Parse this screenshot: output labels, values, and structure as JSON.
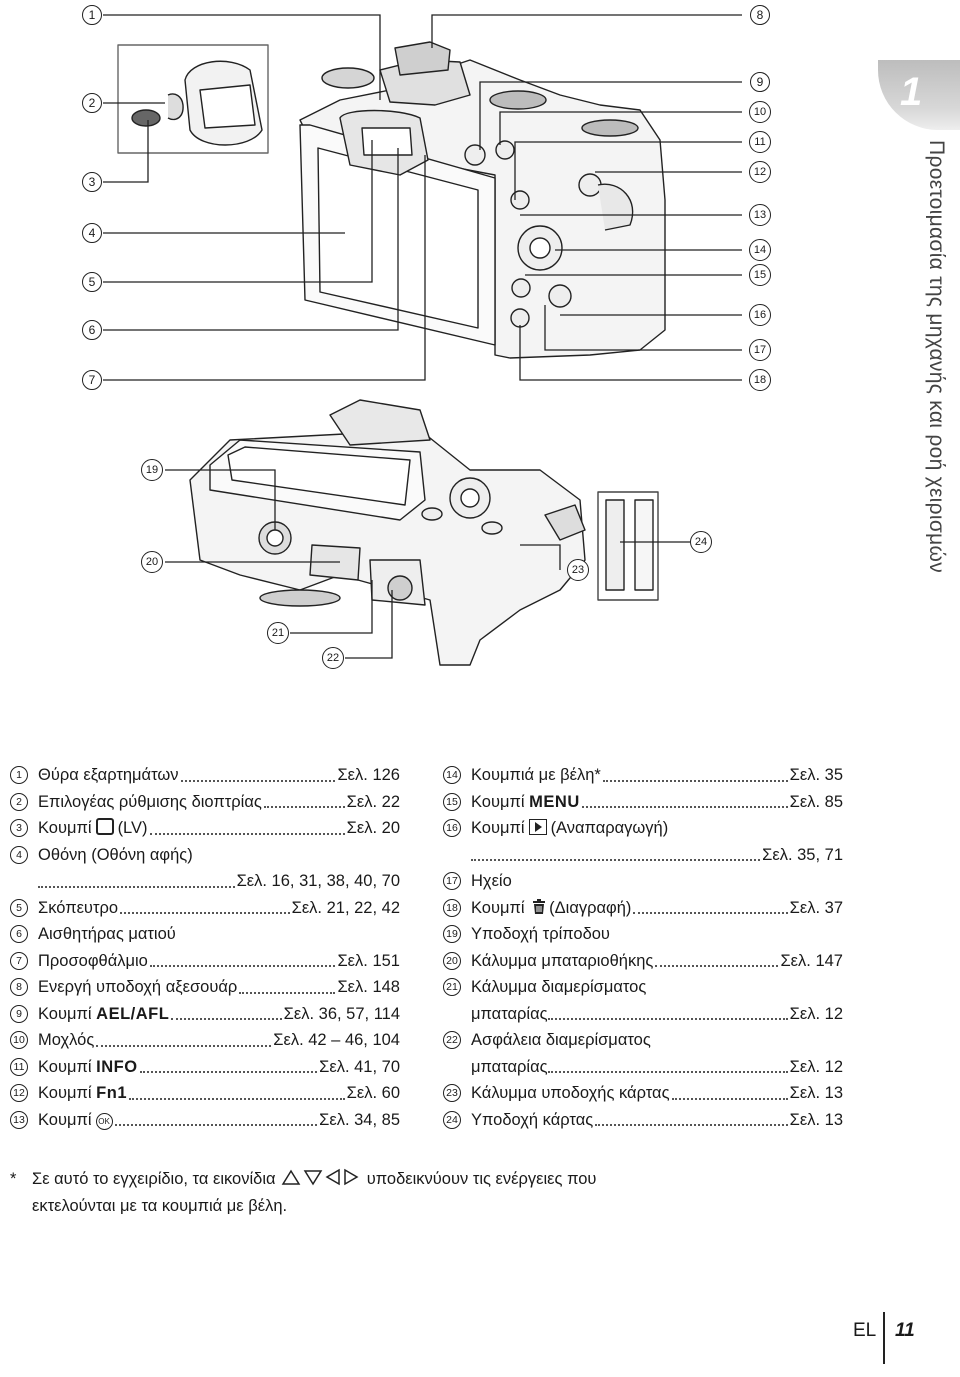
{
  "chapter": {
    "number": "1",
    "title": "Προετοιμασία της μηχανής και ροή χειρισμών"
  },
  "figure": {
    "callouts": [
      "1",
      "2",
      "3",
      "4",
      "5",
      "6",
      "7",
      "8",
      "9",
      "10",
      "11",
      "12",
      "13",
      "14",
      "15",
      "16",
      "17",
      "18",
      "19",
      "20",
      "21",
      "22",
      "23",
      "24"
    ],
    "callout_glyphs": [
      "1",
      "2",
      "3",
      "4",
      "5",
      "6",
      "7",
      "8",
      "9",
      "10",
      "11",
      "12",
      "13",
      "14",
      "15",
      "16",
      "17",
      "18",
      "19",
      "20",
      "21",
      "22",
      "23",
      "24"
    ]
  },
  "parts_left": [
    {
      "n": "1",
      "label": "Θύρα εξαρτημάτων",
      "page": "Σελ. 126"
    },
    {
      "n": "2",
      "label": "Επιλογέας ρύθμισης διοπτρίας",
      "page": "Σελ. 22"
    },
    {
      "n": "3",
      "label_pre": "Κουμπί",
      "label_post": "(LV)",
      "page": "Σελ. 20"
    },
    {
      "n": "4",
      "label": "Οθόνη (Οθόνη αφής)",
      "page": "Σελ. 16, 31, 38, 40, 70"
    },
    {
      "n": "5",
      "label": "Σκόπευτρο",
      "page": "Σελ. 21, 22, 42"
    },
    {
      "n": "6",
      "label": "Αισθητήρας ματιού"
    },
    {
      "n": "7",
      "label": "Προσοφθάλμιο",
      "page": "Σελ. 151"
    },
    {
      "n": "8",
      "label": "Ενεργή υποδοχή αξεσουάρ",
      "page": "Σελ. 148"
    },
    {
      "n": "9",
      "label_pre": "Κουμπί",
      "button": "AEL/AFL",
      "page": "Σελ. 36, 57, 114"
    },
    {
      "n": "10",
      "label": "Μοχλός",
      "page": "Σελ. 42 – 46, 104"
    },
    {
      "n": "11",
      "label_pre": "Κουμπί",
      "button": "INFO",
      "page": "Σελ. 41, 70"
    },
    {
      "n": "12",
      "label_pre": "Κουμπί",
      "button": "Fn1",
      "page": "Σελ. 60"
    },
    {
      "n": "13",
      "label_pre": "Κουμπί",
      "icon": "OK",
      "page": "Σελ. 34, 85"
    }
  ],
  "parts_right": [
    {
      "n": "14",
      "label": "Κουμπιά με βέλη*",
      "page": "Σελ. 35"
    },
    {
      "n": "15",
      "label_pre": "Κουμπί",
      "button": "MENU",
      "page": "Σελ. 85"
    },
    {
      "n": "16",
      "label_pre": "Κουμπί",
      "label_post": "(Αναπαραγωγή)",
      "page": "Σελ. 35, 71"
    },
    {
      "n": "17",
      "label": "Ηχείο"
    },
    {
      "n": "18",
      "label_pre": "Κουμπί",
      "label_post": "(Διαγραφή)",
      "page": "Σελ. 37"
    },
    {
      "n": "19",
      "label": "Υποδοχή τρίποδου"
    },
    {
      "n": "20",
      "label": "Κάλυμμα μπαταριοθήκης",
      "page": "Σελ. 147"
    },
    {
      "n": "21",
      "label": "Κάλυμμα διαμερίσματος",
      "label2": "μπαταρίας",
      "page": "Σελ. 12"
    },
    {
      "n": "22",
      "label": "Ασφάλεια διαμερίσματος",
      "label2": "μπαταρίας",
      "page": "Σελ. 12"
    },
    {
      "n": "23",
      "label": "Κάλυμμα υποδοχής κάρτας",
      "page": "Σελ. 13"
    },
    {
      "n": "24",
      "label": "Υποδοχή κάρτας",
      "page": "Σελ. 13"
    }
  ],
  "footnote": {
    "star": "*",
    "text_pre": "Σε αυτό το εγχειρίδιο, τα εικονίδια",
    "text_post": "υποδεικνύουν τις ενέργειες που",
    "line2": "εκτελούνται με τα κουμπιά με βέλη."
  },
  "footer": {
    "lang": "EL",
    "page": "11"
  }
}
